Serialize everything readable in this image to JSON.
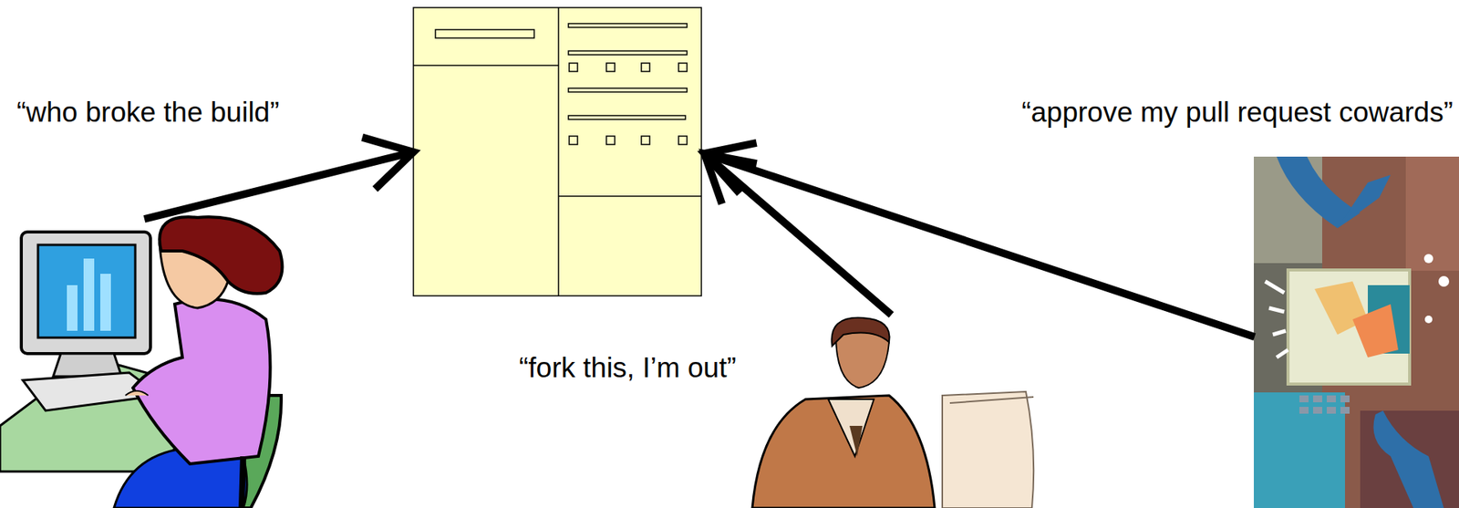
{
  "diagram": {
    "labels": [
      "“who broke the build”",
      "“fork this, I’m out”",
      "“approve my pull request cowards”"
    ]
  }
}
